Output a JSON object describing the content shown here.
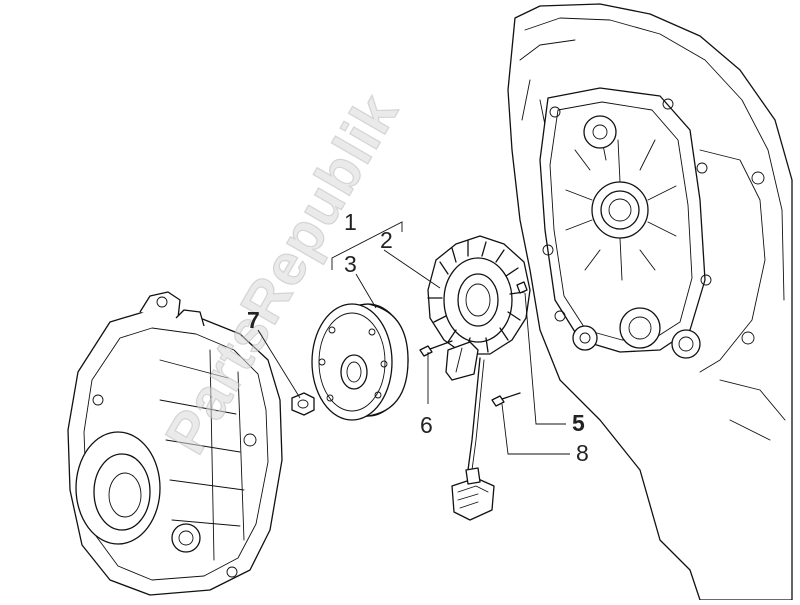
{
  "watermark": "PartsRepublik",
  "callouts": [
    {
      "id": "1",
      "label": "1"
    },
    {
      "id": "2",
      "label": "2"
    },
    {
      "id": "3",
      "label": "3"
    },
    {
      "id": "5",
      "label": "5"
    },
    {
      "id": "6",
      "label": "6"
    },
    {
      "id": "7",
      "label": "7"
    },
    {
      "id": "8",
      "label": "8"
    }
  ]
}
